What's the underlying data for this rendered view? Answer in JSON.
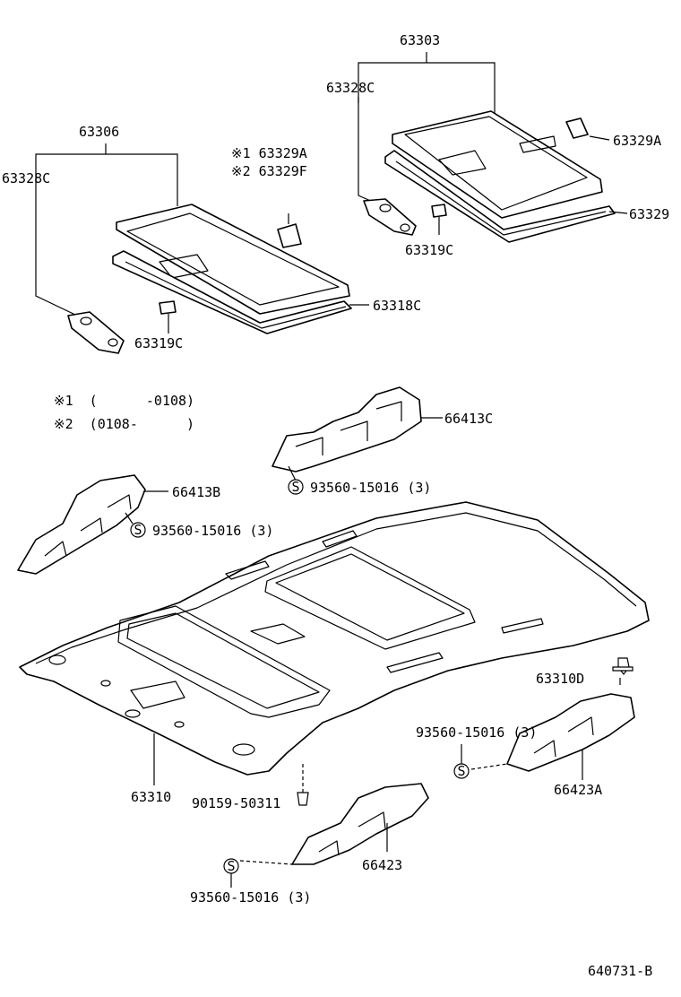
{
  "labels": {
    "p63303": "63303",
    "p63328c_right": "63328C",
    "p63329a_right": "63329A",
    "p63329": "63329",
    "p63319c_right": "63319C",
    "p63306": "63306",
    "note1_ref": "※1  63329A",
    "note2_ref": "※2  63329F",
    "p63328c_left": "63328C",
    "p63318c": "63318C",
    "p63319c_left": "63319C",
    "note1_range": "※1  (      -0108)",
    "note2_range": "※2  (0108-      )",
    "p66413c": "66413C",
    "bolt_66413c": "93560-15016 (3)",
    "p66413b": "66413B",
    "bolt_66413b": "93560-15016 (3)",
    "p63310d": "63310D",
    "bolt_66423a": "93560-15016 (3)",
    "p66423a": "66423A",
    "p63310": "63310",
    "p90159": "90159-50311",
    "p66423": "66423",
    "bolt_66423": "93560-15016 (3)",
    "diagram_id": "640731-B"
  },
  "symbol_letter": "S"
}
